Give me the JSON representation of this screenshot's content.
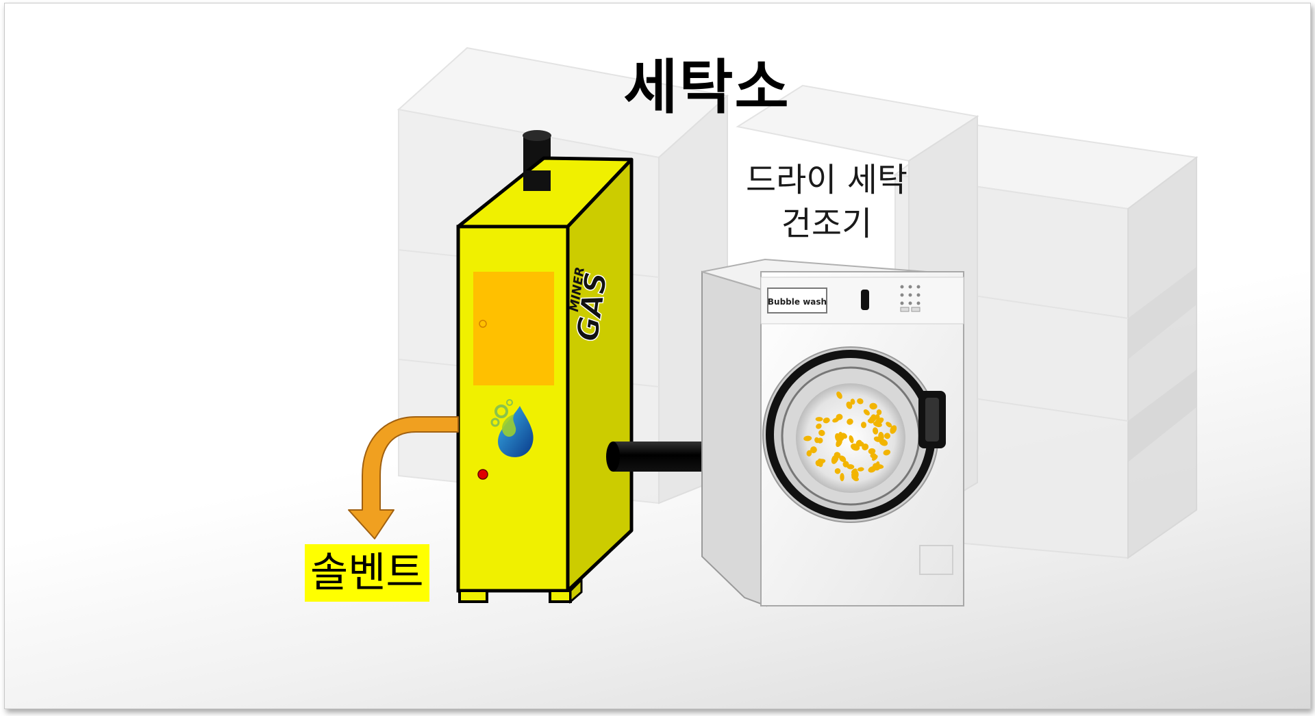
{
  "title": "세탁소",
  "dryer": {
    "label_line1": "드라이 세탁",
    "label_line2": "건조기",
    "panel_brand": "Bubble wash"
  },
  "gas_miner": {
    "logo_big": "GAS",
    "logo_small": "MINER",
    "body_color": "#f0f000",
    "side_color": "#cccc00",
    "panel_color": "#ffc000"
  },
  "solvent": {
    "label": "솔벤트",
    "arrow_color": "#f0a020",
    "highlight_color": "#ffff00"
  },
  "icons": {
    "gas_miner_unit": "gas-miner-unit",
    "washing_machine": "washing-machine",
    "water_drop": "water-drop-logo",
    "connecting_pipe": "pipe",
    "down_arrow": "curved-down-arrow"
  }
}
